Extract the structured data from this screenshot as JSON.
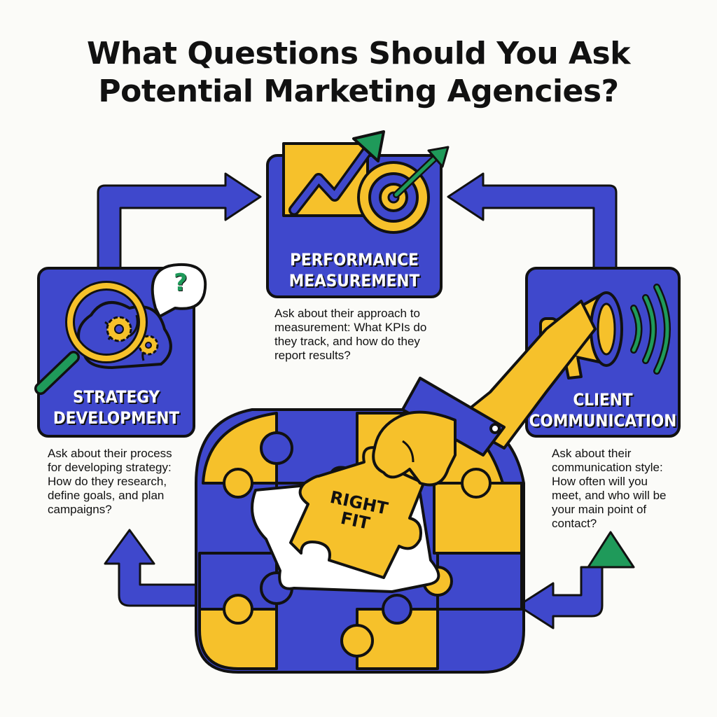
{
  "title": {
    "line1": "What Questions Should You Ask",
    "line2": "Potential Marketing Agencies?"
  },
  "cards": {
    "performance": {
      "label_line1": "PERFORMANCE",
      "label_line2": "MEASUREMENT",
      "description": "Ask about their approach to measurement: What KPIs do they track, and how do they report results?",
      "icon": "growth-chart-target-icon"
    },
    "strategy": {
      "label_line1": "STRATEGY",
      "label_line2": "DEVELOPMENT",
      "description": "Ask about their process for developing strategy: How do they research, define goals, and plan campaigns?",
      "icon": "magnifier-brain-gears-icon",
      "bubble": "?"
    },
    "communication": {
      "label_line1": "CLIENT",
      "label_line2": "COMMUNICATION",
      "description": "Ask about their communication style: How often will you meet, and who will be your main point of contact?",
      "icon": "megaphone-icon"
    }
  },
  "center": {
    "piece_line1": "RIGHT",
    "piece_line2": "FIT",
    "icon": "puzzle-hand-icon"
  },
  "colors": {
    "blue": "#3f48cc",
    "yellow": "#f6c12b",
    "green": "#1f9a5a",
    "outline": "#111111"
  }
}
